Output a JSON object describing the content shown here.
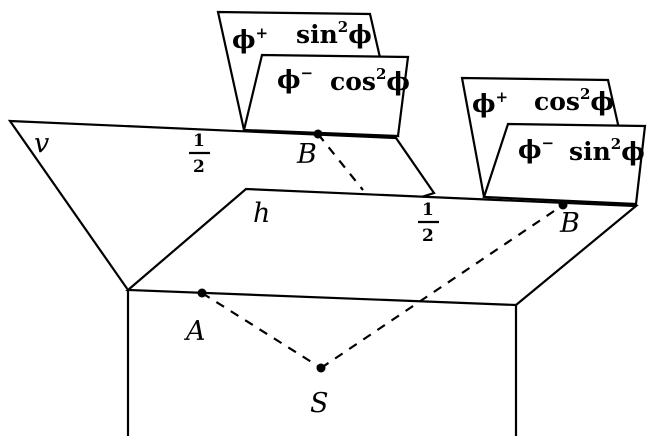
{
  "planes": {
    "v_label": "v",
    "h_label": "h",
    "v_half": {
      "num": "1",
      "den": "2"
    },
    "h_half": {
      "num": "1",
      "den": "2"
    }
  },
  "points": {
    "A": "A",
    "S": "S",
    "B_v": "B",
    "B_h": "B"
  },
  "cards": {
    "left_back": {
      "phi": "ϕ",
      "sign": "+",
      "fn": "sin",
      "exp": "2",
      "arg": "ϕ"
    },
    "left_front": {
      "phi": "ϕ",
      "sign": "−",
      "fn": "cos",
      "exp": "2",
      "arg": "ϕ"
    },
    "right_back": {
      "phi": "ϕ",
      "sign": "+",
      "fn": "cos",
      "exp": "2",
      "arg": "ϕ"
    },
    "right_front": {
      "phi": "ϕ",
      "sign": "−",
      "fn": "sin",
      "exp": "2",
      "arg": "ϕ"
    }
  }
}
